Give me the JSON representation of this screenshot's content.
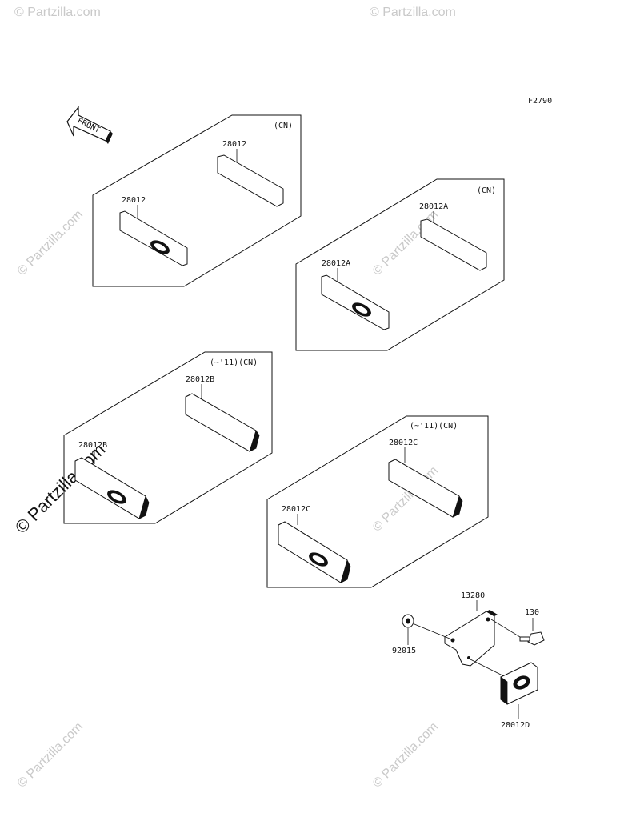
{
  "figure_code": "F2790",
  "front_arrow_label": "FRONT",
  "watermark": "© Partzilla.com",
  "groups": [
    {
      "id": "g1",
      "note": "(CN)",
      "parts": [
        "28012",
        "28012"
      ]
    },
    {
      "id": "g2",
      "note": "(CN)",
      "parts": [
        "28012A",
        "28012A"
      ]
    },
    {
      "id": "g3",
      "note": "(~'11)(CN)",
      "parts": [
        "28012B",
        "28012B"
      ]
    },
    {
      "id": "g4",
      "note": "(~'11)(CN)",
      "parts": [
        "28012C",
        "28012C"
      ]
    }
  ],
  "bracket_assembly": {
    "parts": [
      "13280",
      "130",
      "92015",
      "28012D"
    ]
  }
}
